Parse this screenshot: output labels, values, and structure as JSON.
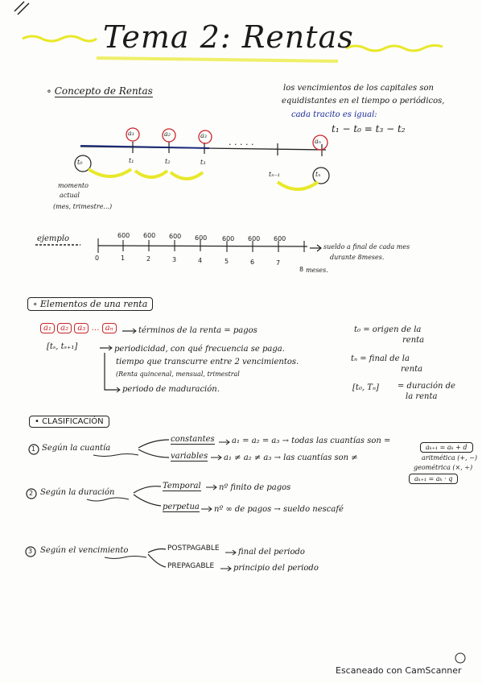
{
  "title": "Tema 2: Rentas",
  "concepto": {
    "heading": "Concepto de Rentas",
    "def_line1": "los vencimientos de los capitales son",
    "def_line2": "equidistantes en el tiempo o periódicos,",
    "def_line3": "cada tracito es igual:",
    "formula": "t₁ − t₀ = t₃ − t₂",
    "labels_a": [
      "a₁",
      "a₂",
      "a₃",
      "aₙ"
    ],
    "dots": ". . . . .",
    "labels_t": [
      "t₀",
      "t₁",
      "t₂",
      "t₃",
      "tₙ₋₁",
      "tₙ"
    ],
    "momento_line1": "momento",
    "momento_line2": "actual",
    "momento_line3": "(mes, trimestre...)"
  },
  "ejemplo": {
    "label": "ejemplo",
    "values": [
      "600",
      "600",
      "600",
      "600",
      "600",
      "600",
      "600"
    ],
    "ticks": [
      "0",
      "1",
      "2",
      "3",
      "4",
      "5",
      "6",
      "7",
      "8"
    ],
    "meses": "meses.",
    "note_line1": "sueldo a final de cada mes",
    "note_line2": "durante 8meses."
  },
  "elementos": {
    "heading": "Elementos de una renta",
    "symbols": [
      "a₁",
      "a₂",
      "a₃",
      "aₙ"
    ],
    "terminos": "términos de la renta = pagos",
    "intervalo": "[tₛ, tₛ₊₁]",
    "periodicidad_line1": "periodicidad, con qué frecuencia se paga.",
    "periodicidad_line2": "tiempo que transcurre entre 2 vencimientos.",
    "periodicidad_line3": "(Renta quincenal, mensual, trimestral",
    "periodo": "periodo de maduración.",
    "t0_def_line1": "t₀ = origen de la",
    "t0_def_line2": "renta",
    "tn_def_line1": "tₙ = final de la",
    "tn_def_line2": "renta",
    "dur_sym": "[t₀, Tₙ]",
    "dur_def_line1": "= duración de",
    "dur_def_line2": "la renta"
  },
  "clasificacion": {
    "heading": "CLASIFICACIÓN",
    "items": [
      {
        "num": "1",
        "label": "Según la cuantía",
        "branch1": "constantes",
        "branch1_text": "a₁ = a₂ = a₃ → todas las cuantías son =",
        "branch2": "variables",
        "branch2_text": "a₁ ≠ a₂ ≠ a₃ → las cuantías son ≠",
        "side1": "aₖ₊₁ = aₖ + d",
        "side2": "aritmética (+, −)",
        "side3": "geométrica (×, ÷)",
        "side4": "aₖ₊₁ = aₖ · q"
      },
      {
        "num": "2",
        "label": "Según la duración",
        "branch1": "Temporal",
        "branch1_text": "nº finito de pagos",
        "branch2": "perpetua",
        "branch2_text": "nº ∞ de pagos → sueldo nescafé"
      },
      {
        "num": "3",
        "label": "Según el vencimiento",
        "branch1": "POSTPAGABLE",
        "branch1_text": "final del periodo",
        "branch2": "PREPAGABLE",
        "branch2_text": "principio del periodo"
      }
    ]
  },
  "footer": {
    "scanner": "Escaneado con CamScanner"
  }
}
